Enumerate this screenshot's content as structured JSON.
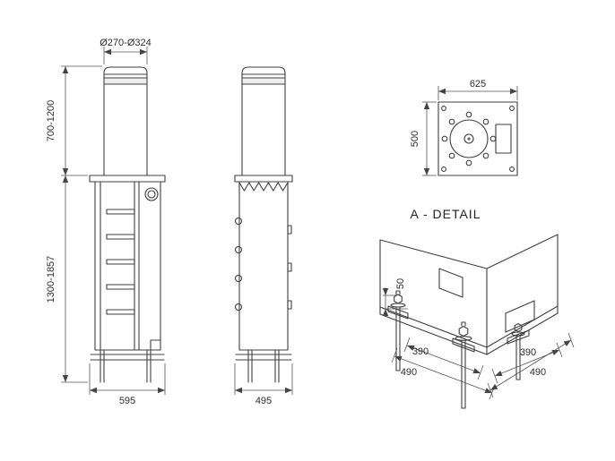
{
  "drawing": {
    "front_view": {
      "dim_diameter": "Ø270-Ø324",
      "dim_above_ground": "700-1200",
      "dim_below_ground": "1300-1857",
      "dim_base_width": "595"
    },
    "side_view": {
      "dim_base_width": "495"
    },
    "top_view": {
      "dim_width": "625",
      "dim_depth": "500"
    },
    "detail_view": {
      "title": "A - DETAIL",
      "dim_offset": "50",
      "dim_left_inner": "390",
      "dim_left_outer": "490",
      "dim_right_inner": "390",
      "dim_right_outer": "490"
    }
  }
}
